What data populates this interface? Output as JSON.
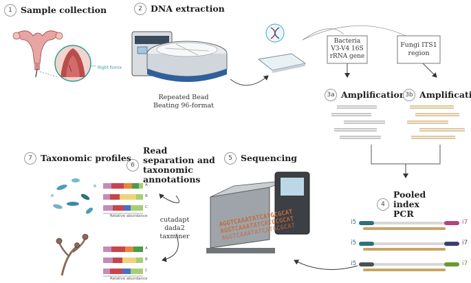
{
  "steps": {
    "s1": {
      "num": "1",
      "title": "Sample collection"
    },
    "s2": {
      "num": "2",
      "title": "DNA extraction"
    },
    "s3a": {
      "num": "3a",
      "title": "Amplification"
    },
    "s3b": {
      "num": "3b",
      "title": "Amplification"
    },
    "s4": {
      "num": "4",
      "title": "Pooled index PCR"
    },
    "s5": {
      "num": "5",
      "title": "Sequencing"
    },
    "s6": {
      "num": "6",
      "title": "Read separation and taxonomic annotations"
    },
    "s7": {
      "num": "7",
      "title": "Taxonomic profiles"
    }
  },
  "labels": {
    "right_fornix": "Right fornix",
    "bead_beating": "Repeated Bead Beating 96-format",
    "bacteria_box": "Bacteria V3-V4 16S rRNA gene",
    "fungi_box": "Fungi ITS1 region",
    "tools": [
      "cutadapt",
      "dada2",
      "taxminer"
    ],
    "relative_abundance": "Relative abundance",
    "sample_letters": [
      "A",
      "B",
      "C"
    ],
    "i5": "i5",
    "i7": "i7",
    "dna_seq": "AGGTCAAATATCATGCGCAT"
  },
  "colors": {
    "bacteria_amp": "#a3a3a3",
    "fungi_amp": "#c9a464",
    "i5_tag": "#2f6f7f",
    "i7_tags": [
      "#b0457a",
      "#3b3f75",
      "#6a9a2e"
    ],
    "sequence_text": "#c66a3a"
  }
}
